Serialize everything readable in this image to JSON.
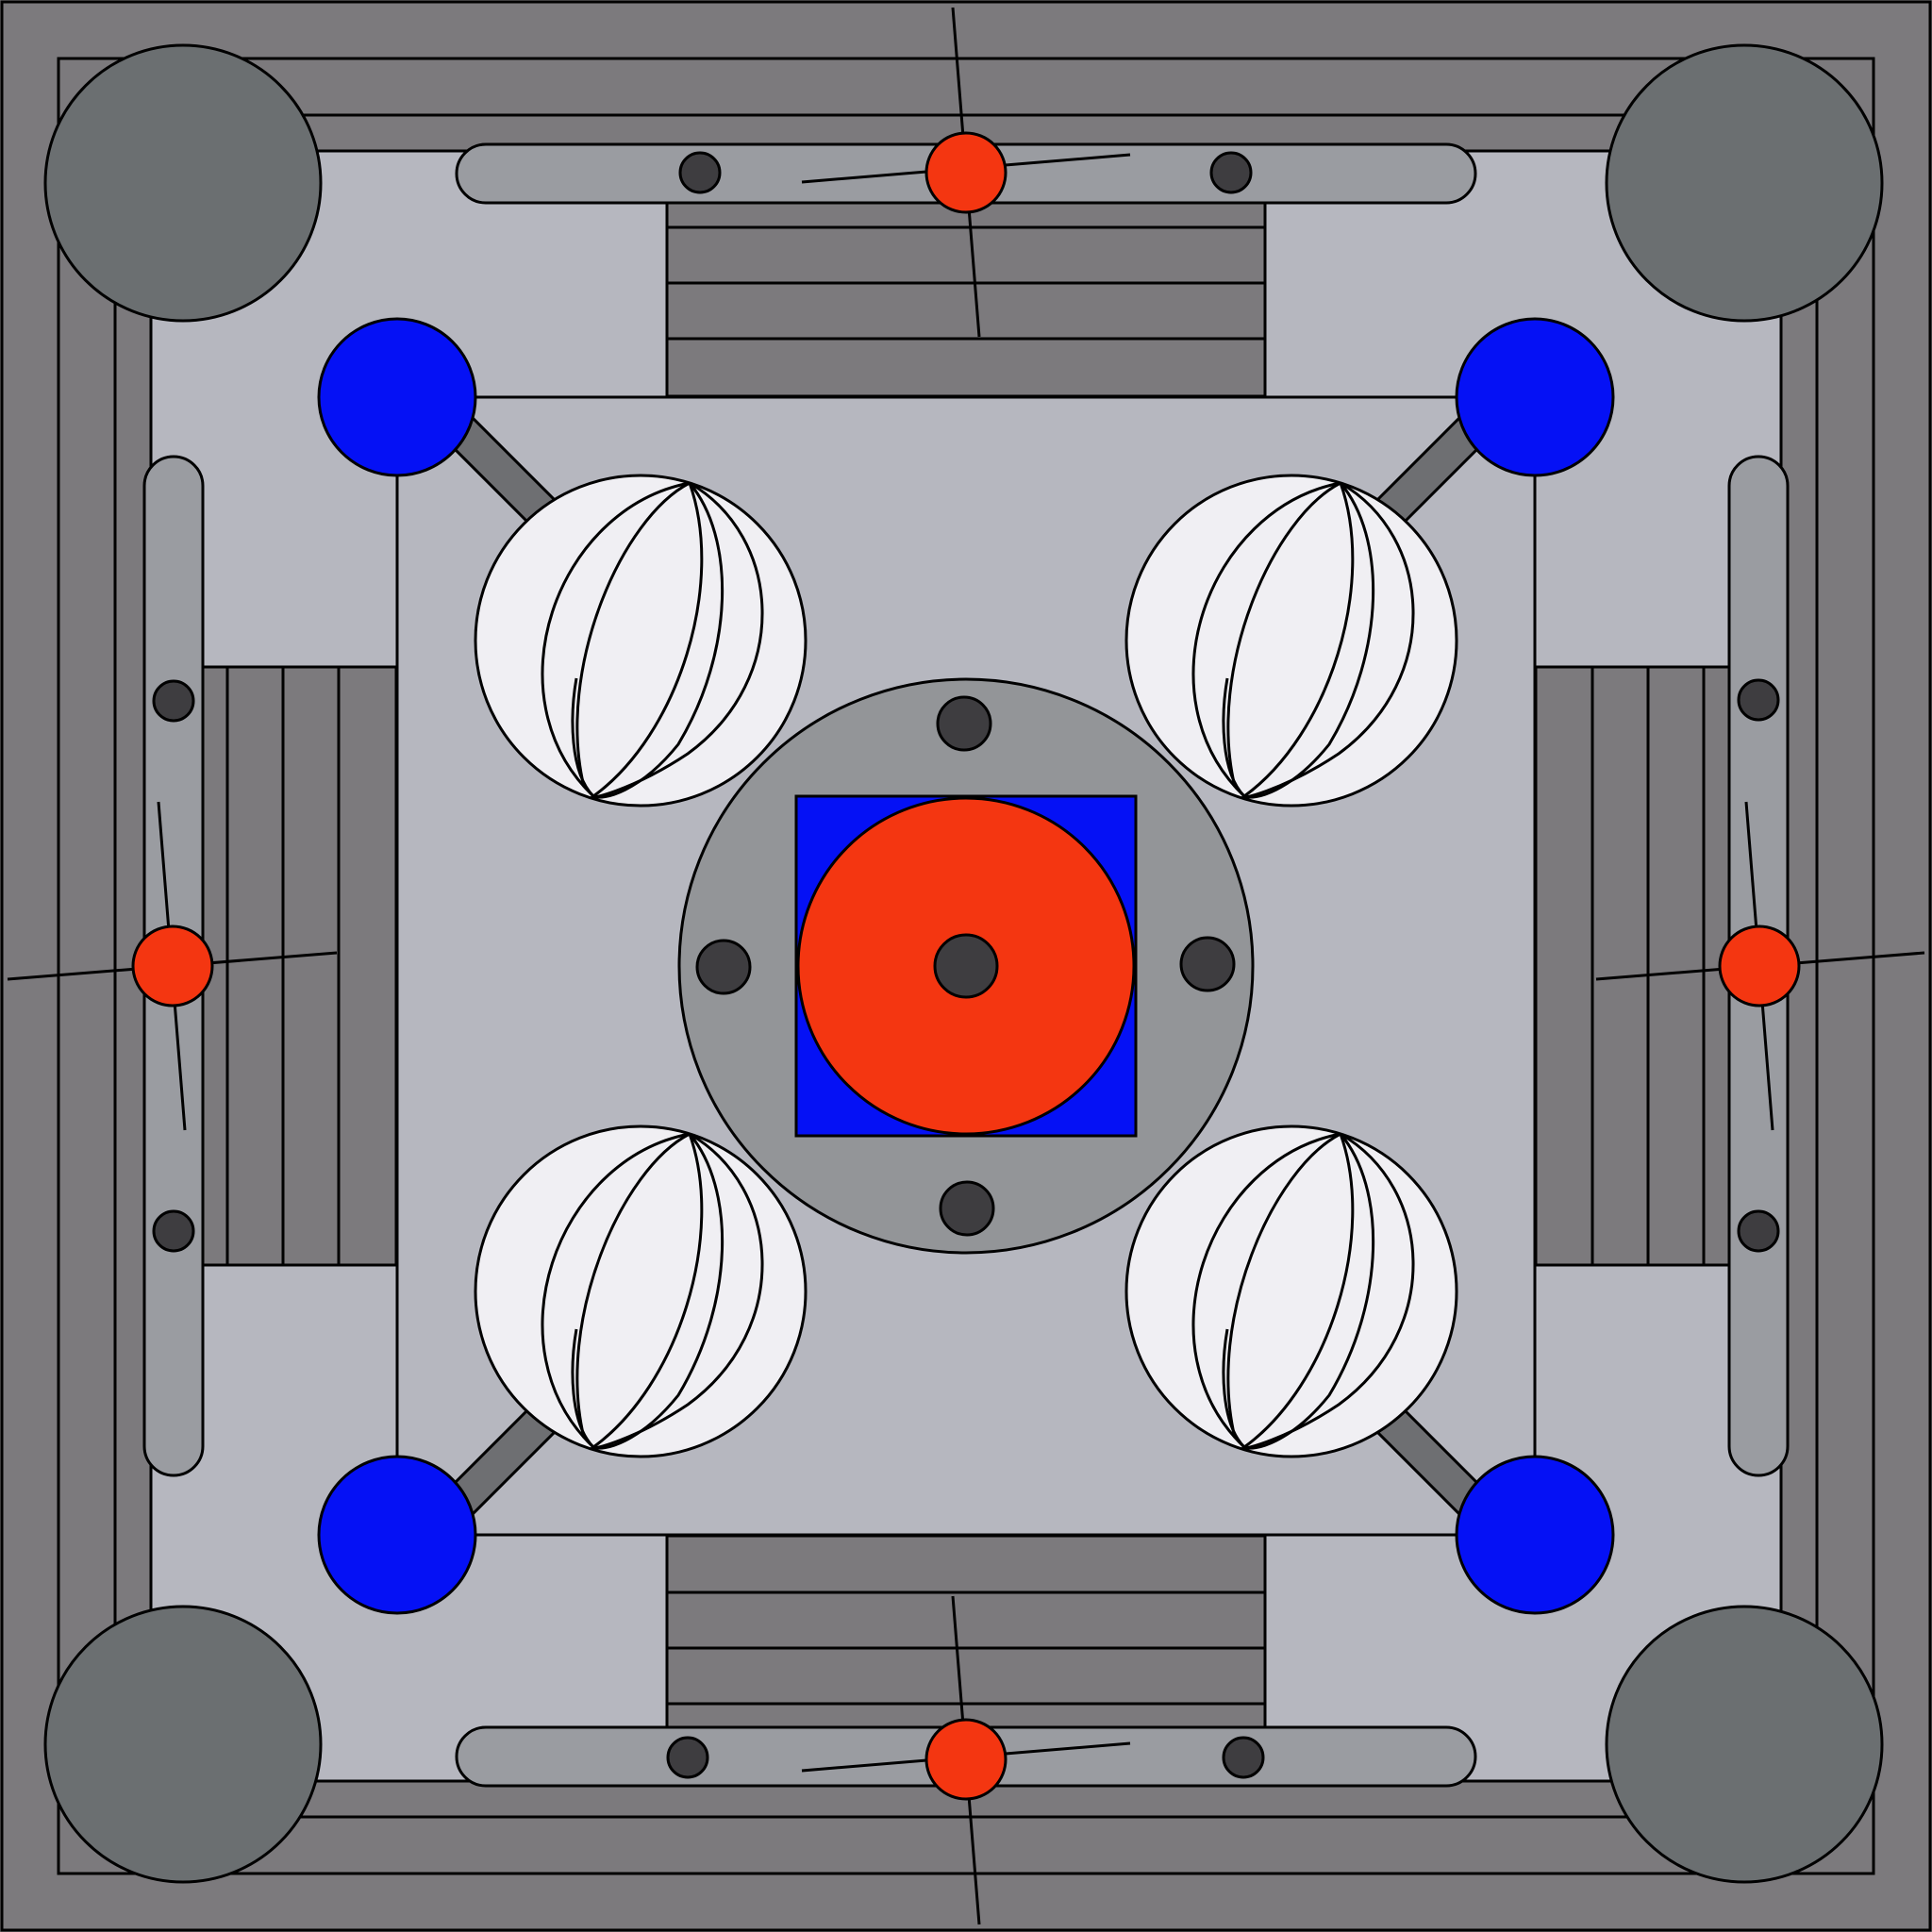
{
  "palette": {
    "outer_frame": "#7c7a7d",
    "board_surface": "#b6b7bf",
    "rail": "#9a9ca1",
    "corner_pocket": "#6b6f71",
    "hub": "#939598",
    "peg": "#3e3d40",
    "blue_post": "#0511f5",
    "red_piece": "#f43611",
    "white_ball": "#f0eff3",
    "arm": "#6e6f72",
    "ramp": "#7c7a7d"
  },
  "pieces": {
    "corner_pockets": 4,
    "blue_posts": 4,
    "white_balls": 4,
    "edge_red_pieces": 4,
    "center_red_disc": 1,
    "hub_pegs": 4,
    "rail_pegs": 8
  },
  "icons": [
    "corner-pocket-icon",
    "blue-post-icon",
    "white-ball-icon",
    "red-piece-icon",
    "peg-icon"
  ]
}
